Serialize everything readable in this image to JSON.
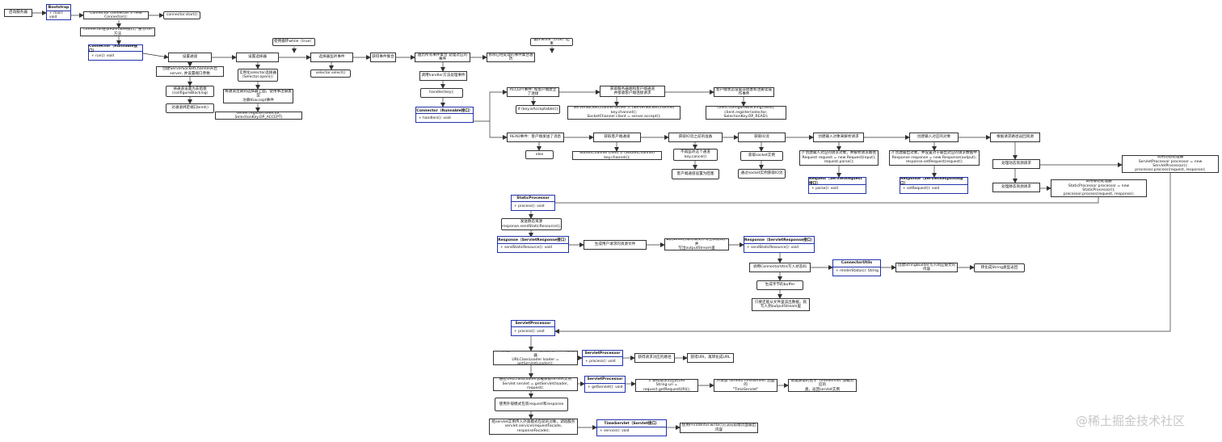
{
  "colors": {
    "line": "#333333",
    "class_border": "#2233aa",
    "watermark": "#c8c8c8"
  },
  "watermark": "@稀土掘金技术社区",
  "nodes": {
    "n1": "启动服务器",
    "n2": "Connector connector = new Connector();",
    "n3": "connector.start()",
    "n4": "connector继承Runnable接口，重写run方法",
    "n5": "设置通道",
    "n6": "设置选择器",
    "n7": "选择器监听事件",
    "n8": "获得事件集合",
    "n9": "遍历所有事件集合 处理对应的事件",
    "n10": "移除已经处理的事件集合遍历",
    "n11": "使用循环while（true）",
    "n12": "循环while（true）结束",
    "n13": "创建ServerSocketChannel开启server, 并设置端口参数",
    "n14": "将通道设置为非阻塞\n（configureBlocking）",
    "n15": "对通道绑定端口bind()",
    "n16": "实例化selector选择器\n（Selector.open()）",
    "n17": "将通道注册到选择器上面，使用事注册类型\n注册ttiaccept事件",
    "n18": "server.register(selector, SelectionKey.OP_ACCEPT)",
    "n19": "selector.select()",
    "n20": "调用handler方法处理事件",
    "n21": "handler(key);",
    "n22": "ACCEPT事件: 和客户端建立了连接",
    "n23": "获取服务器端和客户端通道\n并接收客户端连接请求",
    "n24": "客户端状态设置非阻塞和注册读操作事件",
    "n25": "if (key.isAcceptable())",
    "n26": "ServerSocketChannel server = (ServerSocketChannel) key.channel();\nSocketChannel client = server.accept();",
    "n27": "client.configureBlocking(false);\nclient.register(selector, SelectionKey.OP_READ);",
    "n28": "READ事件：客户端发送了消息",
    "n29": "获取客户端通道",
    "n30": "获取IO流之前的准备",
    "n31": "获取IO流",
    "n32": "创建输入对象来解析请求",
    "n33": "创建输入对应的对象",
    "n34": "根据请求路径返回资源",
    "n35": "else",
    "n36": "SocketChannel client = (SocketChannel) key.channel();",
    "n37": "不再监听这个通道\nkey.cancel()",
    "n38": "客户端通道设置为阻塞",
    "n39": "获取socket实例",
    "n40": "通过socket实例获取IO流",
    "n41": "// 创建输入对应的请求对象，并解析请求路径\nRequest request = new Request(input);\nrequest.parse();",
    "n42": "// 创建输出对象，并设置对于输出对应的请求数据中\nResponse response = new Response(output);\nresponse.setRequest(request);",
    "n43": "处理动态资源请求",
    "n44": "处理静态资源请求",
    "n45": "调用动态处理器\nServletProcessor processor = new ServletProcessor();\nprocessor.process(request, response);",
    "n46": "调用静态处理器\nStaticProcessor processor = new StaticProcessor();\nprocessor.process(request, response);",
    "n47": "发送静态资源\nresponse.sendStaticResource();",
    "n48": "生成用户请求的资源文件",
    "n49": "调用write方法写数文件写上状态码，并\n写出outputStream里",
    "n50": "调用ConnectorUtils写入状态码",
    "n51": "创建StringBuilder写入响应报文的内容",
    "n52": "转化成String类型返回",
    "n53": "生成字节的buffer",
    "n54": "只要还能从文件里读出数据，就\n写入到outputStream里",
    "n55": "// 调用getServletLoader方法获取servlet加载器\nURLClassLoader loader = getServletLoader();",
    "n56": "获得请求对应的路径",
    "n57": "获得URI，再转化成URL",
    "n58": "通过URLClassLoader加载获取servlet实例\nServlet servlet = getServlet(loader, request);",
    "n59": "// 获得请求对应的URI\nString uri = request.getRequestURI();",
    "n60": "只保留\"servlet/TimeServlet\"后面的\n\"TimeServlet\"",
    "n61": "根据获取的名字\"TimeServlet\"加载对应的\n类，返回servlet实例",
    "n62": "使用外观模式包装request和response",
    "n63": "给servlet实例传入外观模式包装的对象，调动服务\nservlet.service(requestFacade, responseFacade);",
    "n64": "使用PrintWriter.write()方法向前端页面输出内容"
  },
  "classes": {
    "bootstrap": {
      "title": "Bootstrap",
      "method": "+ main: void"
    },
    "connector1": {
      "title": "Connector（Runnable接口）",
      "method": "+ run(): void"
    },
    "connector2": {
      "title": "Connector（Runnable接口）",
      "method": "+ handlers(): void"
    },
    "request": {
      "title": "Request（ServletRequest接口）",
      "method": "+ parse(): void"
    },
    "response1": {
      "title": "Response（ServletResponse接口）",
      "method": "+ setRequest(): void"
    },
    "staticproc": {
      "title": "StaticProcessor",
      "method": "+ process(): void"
    },
    "response2": {
      "title": "Response（ServletResponse接口）",
      "method": "+ sendStaticResource(): void"
    },
    "response3": {
      "title": "Response（ServletResponse接口）",
      "method": "+ sendStaticResource(): void"
    },
    "cutils": {
      "title": "ConnectorUtils",
      "method": "+ renderStatus(): String"
    },
    "servletproc": {
      "title": "ServletProcessor",
      "method": "+ process(): void"
    },
    "sp2": {
      "title": "ServletProcessor",
      "method": "+ process(): void"
    },
    "sp3": {
      "title": "ServletProcessor",
      "method": "+ getServlet(): void"
    },
    "timeservlet": {
      "title": "TimeServlet（Servlet接口）",
      "method": "+ service(): void"
    }
  }
}
